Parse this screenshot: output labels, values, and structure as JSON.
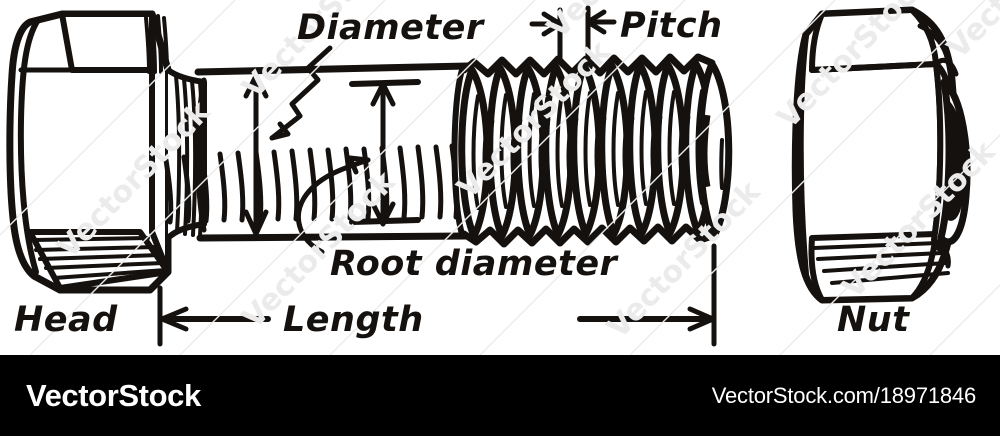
{
  "figure": {
    "kind": "engineering-line-drawing",
    "subject": "Hexagonal bolt and nut with thread terminology callouts",
    "style": "vintage hand-inked hatched illustration, black on white",
    "ink_color": "#14110f",
    "background_color": "#ffffff"
  },
  "labels": {
    "diameter": "Diameter",
    "pitch": "Pitch",
    "root_diameter": "Root diameter",
    "head": "Head",
    "length": "Length",
    "nut": "Nut"
  },
  "callouts": [
    {
      "id": "diameter",
      "label": "Diameter",
      "marker": "vertical double-headed dimension arrow spanning full shaft height",
      "leader": "zig-zag leader line from text down-left to arrow"
    },
    {
      "id": "root-diameter",
      "label": "Root diameter",
      "marker": "vertical double-headed dimension arrow spanning inner root height",
      "leader": "curved leader line from text up-right to arrow"
    },
    {
      "id": "pitch",
      "label": "Pitch",
      "marker": "two inward-pointing horizontal arrows between two short extension lines across one thread"
    },
    {
      "id": "length",
      "label": "Length",
      "marker": "horizontal double-headed dimension arrow between head underside and bolt tip extension lines"
    },
    {
      "id": "head",
      "label": "Head",
      "marker": "plain text naming the hexagonal head at left"
    },
    {
      "id": "nut",
      "label": "Nut",
      "marker": "plain text naming the hexagonal nut at right"
    }
  ],
  "parts": [
    {
      "name": "hex-head",
      "description": "hexagonal bolt head drawn in perspective with hatched chamfer facets"
    },
    {
      "name": "plain-shank",
      "description": "unthreaded cylindrical shank with curved hatching along lower edge"
    },
    {
      "name": "threaded-shank",
      "description": "threaded section drawn as overlapping elliptical thread rings with pointed crests"
    },
    {
      "name": "hex-nut",
      "description": "hexagonal nut in perspective with elliptical bore on the right face"
    }
  ],
  "watermark": {
    "text": "VectorStock",
    "color": "#ebebeb",
    "style": "repeated diagonal tiled text with thin diagonal rules"
  },
  "footer": {
    "brand": "VectorStock",
    "url": "VectorStock.com/18971846",
    "background_color": "#000000",
    "text_color": "#ffffff"
  }
}
